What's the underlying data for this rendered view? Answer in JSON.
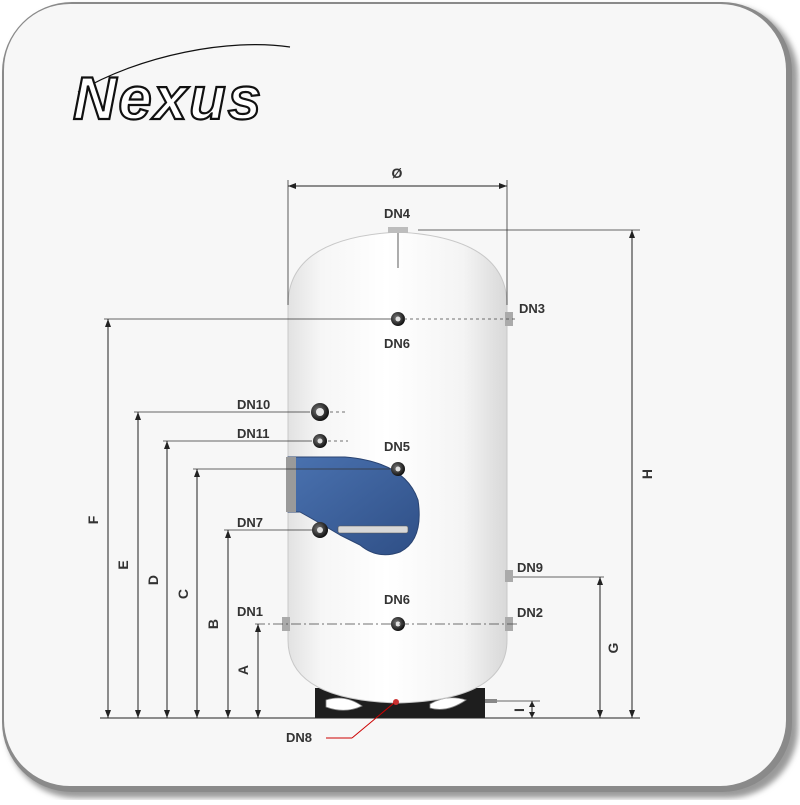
{
  "brand": {
    "name": "Nexus"
  },
  "labels": {
    "diameter": "Ø",
    "dn1": "DN1",
    "dn2": "DN2",
    "dn3": "DN3",
    "dn4": "DN4",
    "dn5": "DN5",
    "dn6_top": "DN6",
    "dn6_bottom": "DN6",
    "dn7": "DN7",
    "dn8": "DN8",
    "dn9": "DN9",
    "dn10": "DN10",
    "dn11": "DN11"
  },
  "dimensions": {
    "a": "A",
    "b": "B",
    "c": "C",
    "d": "D",
    "e": "E",
    "f": "F",
    "g": "G",
    "h": "H",
    "i": "I"
  },
  "colors": {
    "frame": "#8a8a8a",
    "card": "#f7f7f7",
    "tank": "#ffffff",
    "coil": "#3a5f9e",
    "base": "#1e1e1e",
    "dn8_leader": "#cc0000"
  }
}
